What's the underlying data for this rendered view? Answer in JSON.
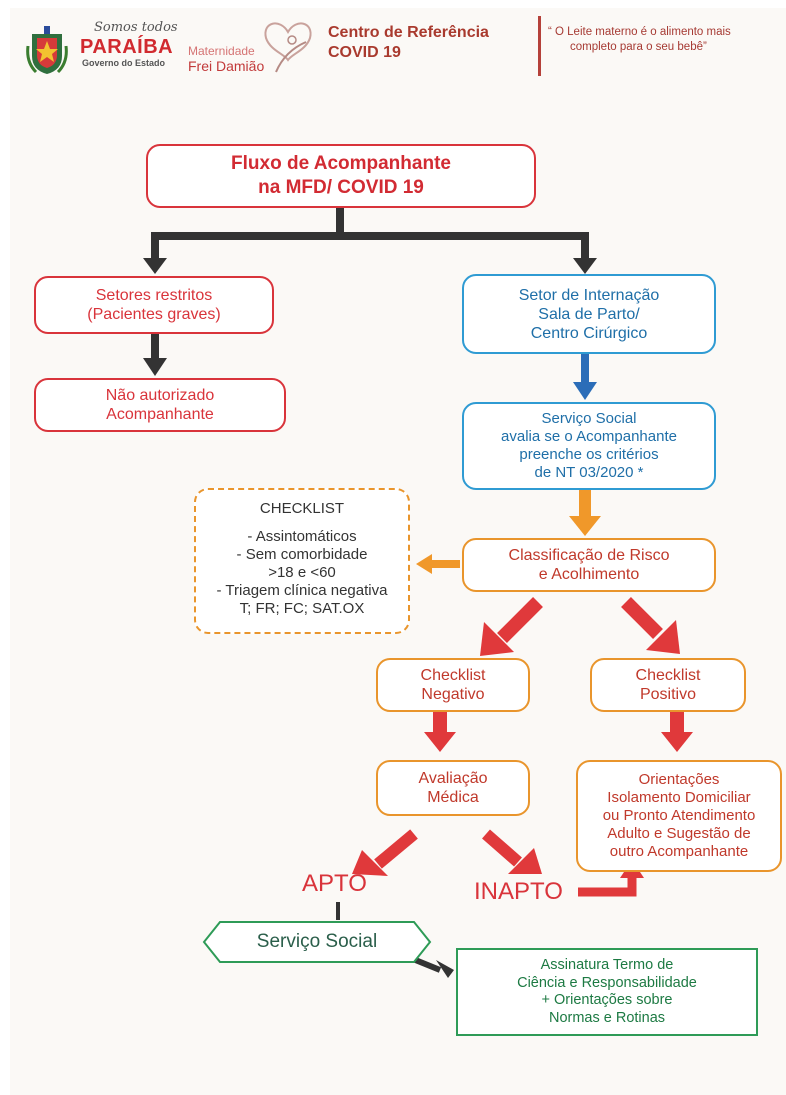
{
  "header": {
    "state_tagline": "Somos todos",
    "state_name": "PARAÍBA",
    "state_sub": "Governo do Estado",
    "maternity_label": "Maternidade",
    "maternity_name": "Frei Damião",
    "reference_title_1": "Centro de Referência",
    "reference_title_2": "COVID 19",
    "quote_1": "“ O Leite materno é o alimento mais",
    "quote_2": "completo para o seu bebê”"
  },
  "diagram": {
    "title_1": "Fluxo de Acompanhante",
    "title_2": "na MFD/ COVID 19",
    "restricted": [
      "Setores restritos",
      "(Pacientes graves)"
    ],
    "not_authorized": [
      "Não autorizado",
      "Acompanhante"
    ],
    "admission": [
      "Setor de Internação",
      "Sala de Parto/",
      "Centro Cirúrgico"
    ],
    "social_service": [
      "Serviço Social",
      "avalia se o Acompanhante",
      "preenche os critérios",
      "de NT 03/2020 *"
    ],
    "checklist_title": "CHECKLIST",
    "checklist_items": [
      "- Assintomáticos",
      "- Sem comorbidade",
      ">18 e <60",
      "- Triagem clínica negativa",
      "T; FR; FC; SAT.OX"
    ],
    "risk": [
      "Classificação de Risco",
      "e Acolhimento"
    ],
    "negative": [
      "Checklist",
      "Negativo"
    ],
    "positive": [
      "Checklist",
      "Positivo"
    ],
    "medical": [
      "Avaliação",
      "Médica"
    ],
    "guidance": [
      "Orientações",
      "Isolamento Domiciliar",
      "ou Pronto Atendimento",
      "Adulto e Sugestão de",
      "outro Acompanhante"
    ],
    "apto": "APTO",
    "inapto": "INAPTO",
    "social_service_final": "Serviço Social",
    "signature": [
      "Assinatura Termo de",
      "Ciência e Responsabilidade",
      "+ Orientações sobre",
      "Normas e Rotinas"
    ]
  },
  "colors": {
    "red": "#d9343b",
    "blue": "#2f9bd3",
    "orange": "#e9952c",
    "green": "#2e9b57",
    "dark_arrow": "#333333"
  }
}
